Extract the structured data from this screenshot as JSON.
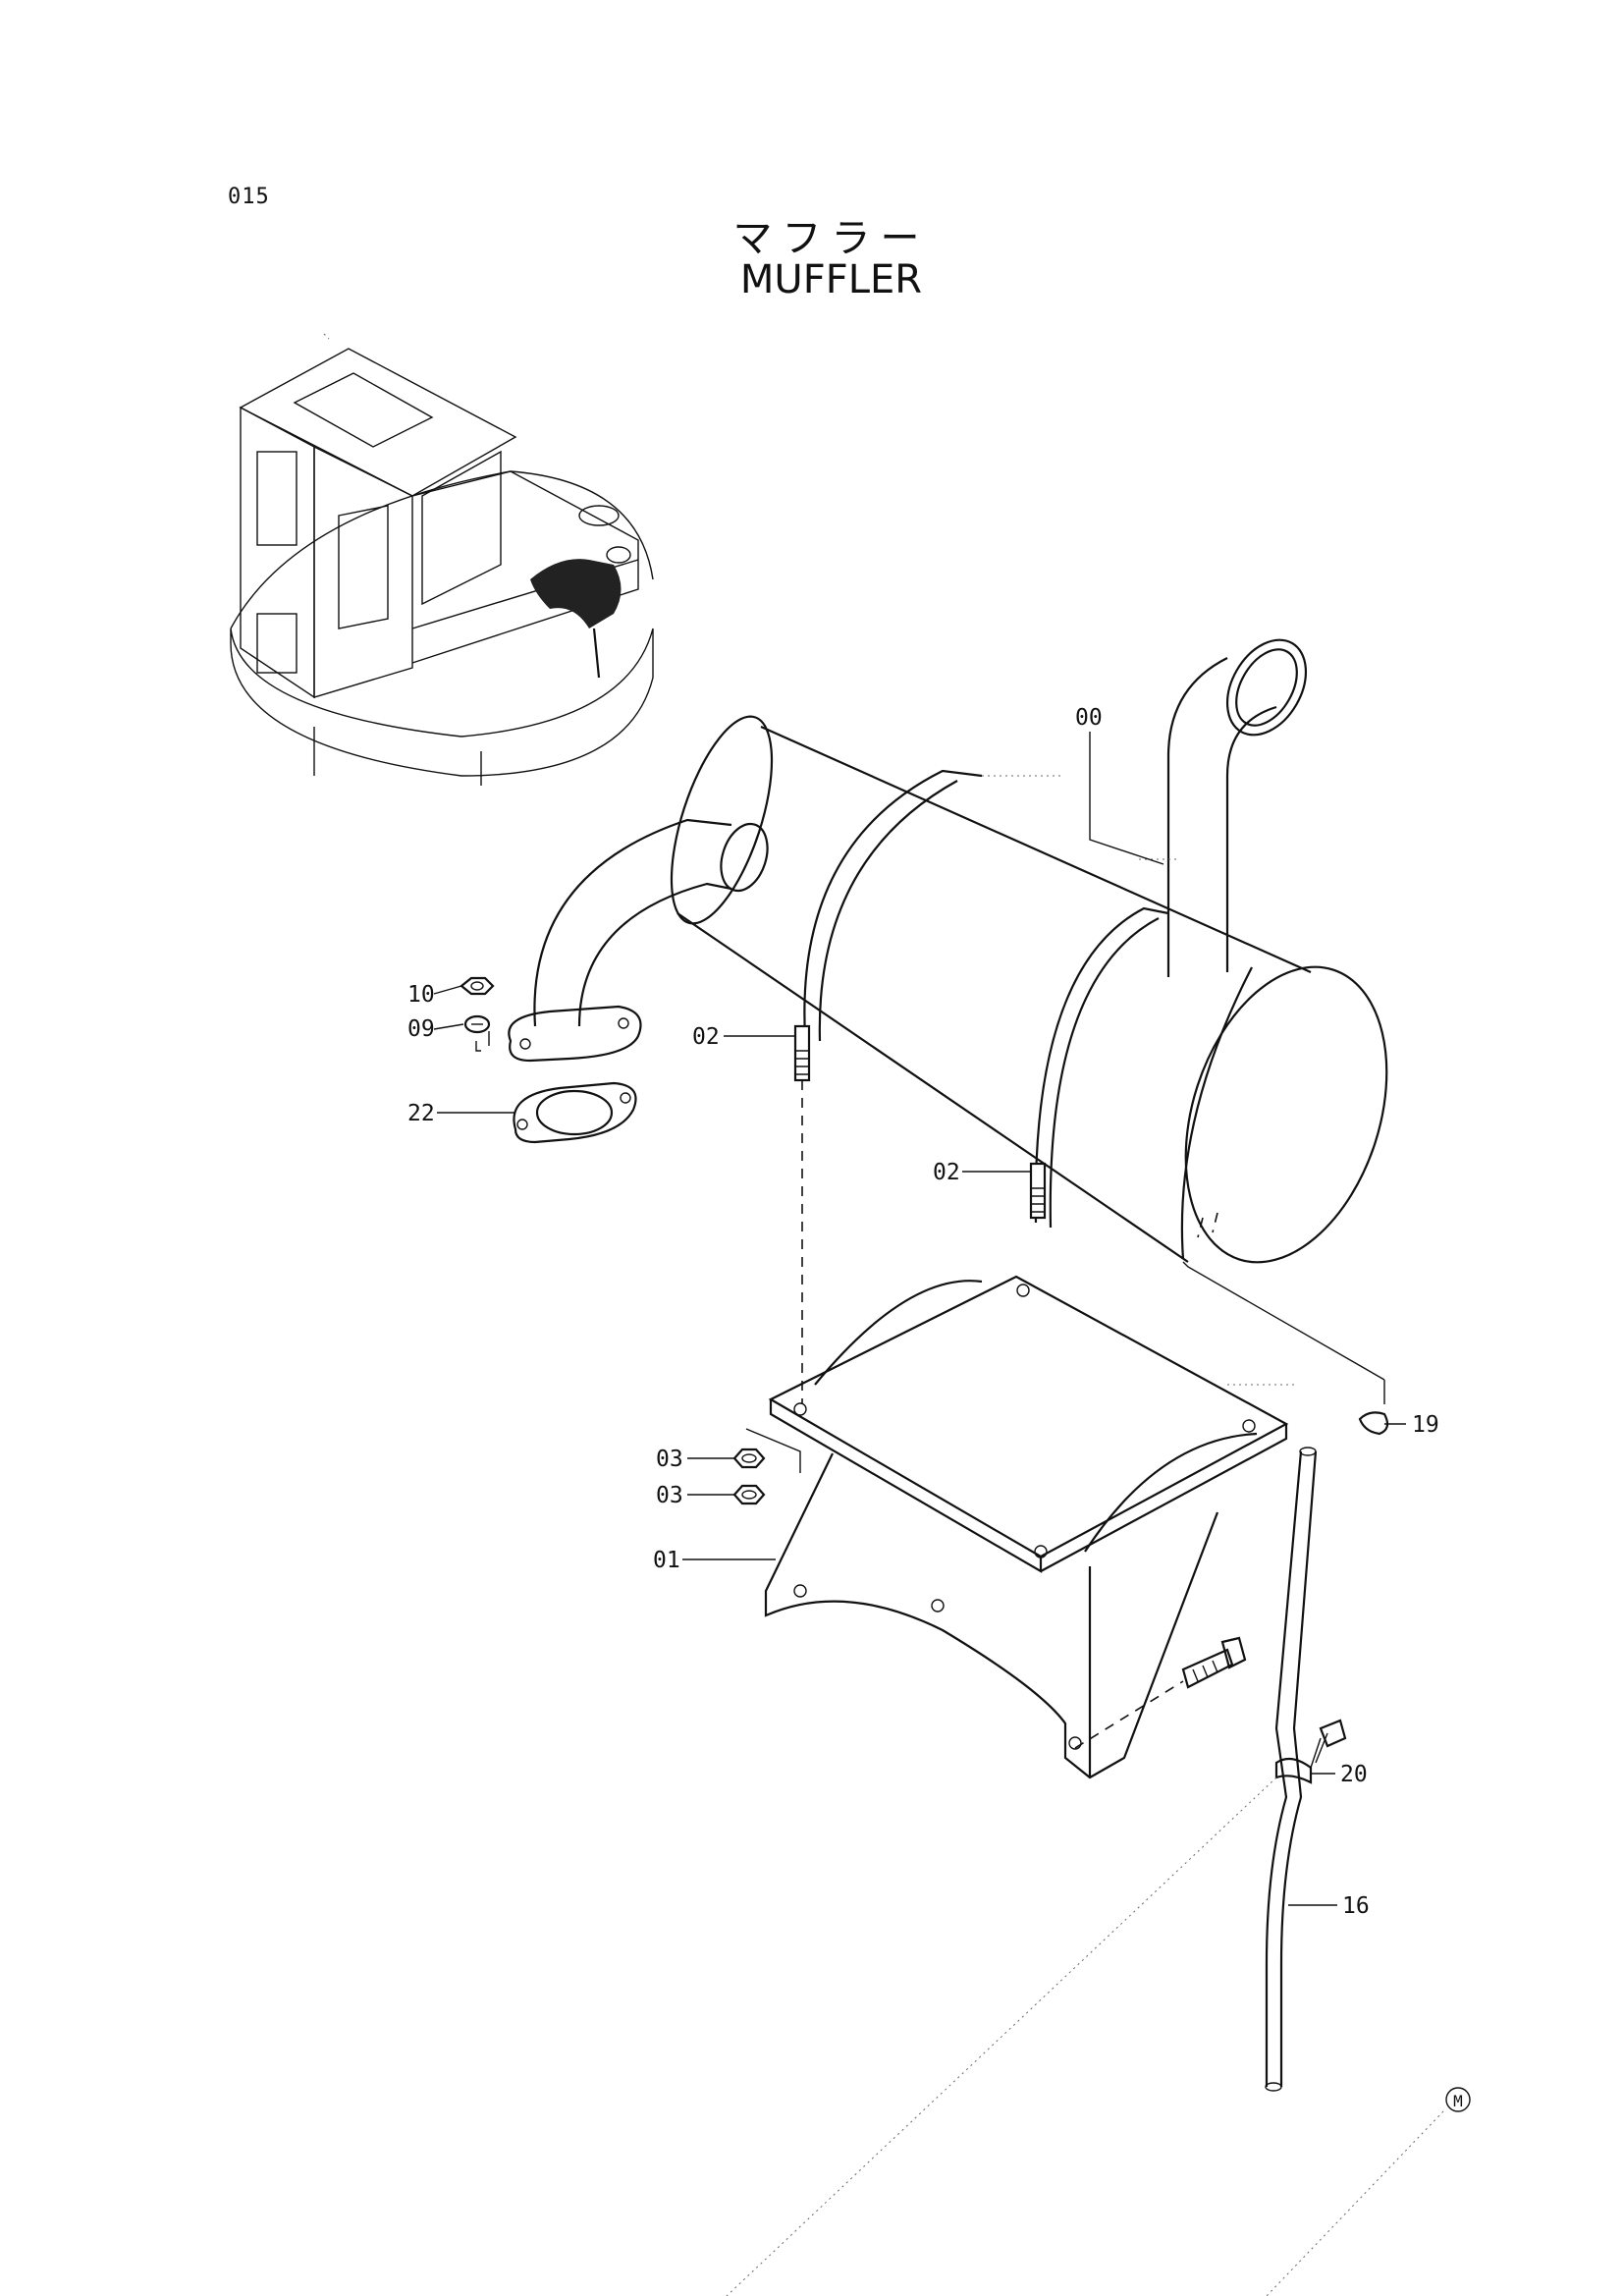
{
  "page": {
    "page_number": "015",
    "title_jp": "マフラー",
    "title_en": "MUFFLER"
  },
  "callouts": [
    {
      "id": "00",
      "text": "00"
    },
    {
      "id": "10",
      "text": "10"
    },
    {
      "id": "09",
      "text": "09"
    },
    {
      "id": "22",
      "text": "22"
    },
    {
      "id": "02a",
      "text": "02"
    },
    {
      "id": "02b",
      "text": "02"
    },
    {
      "id": "19",
      "text": "19"
    },
    {
      "id": "03a",
      "text": "03"
    },
    {
      "id": "03b",
      "text": "03"
    },
    {
      "id": "01",
      "text": "01"
    },
    {
      "id": "20",
      "text": "20"
    },
    {
      "id": "16",
      "text": "16"
    }
  ],
  "marks": {
    "m_circle": "M"
  },
  "icons": {
    "excavator": "excavator-cab-icon",
    "muffler": "muffler-body-icon",
    "bracket": "muffler-bracket-icon",
    "tailpipe": "tail-pipe-icon"
  }
}
